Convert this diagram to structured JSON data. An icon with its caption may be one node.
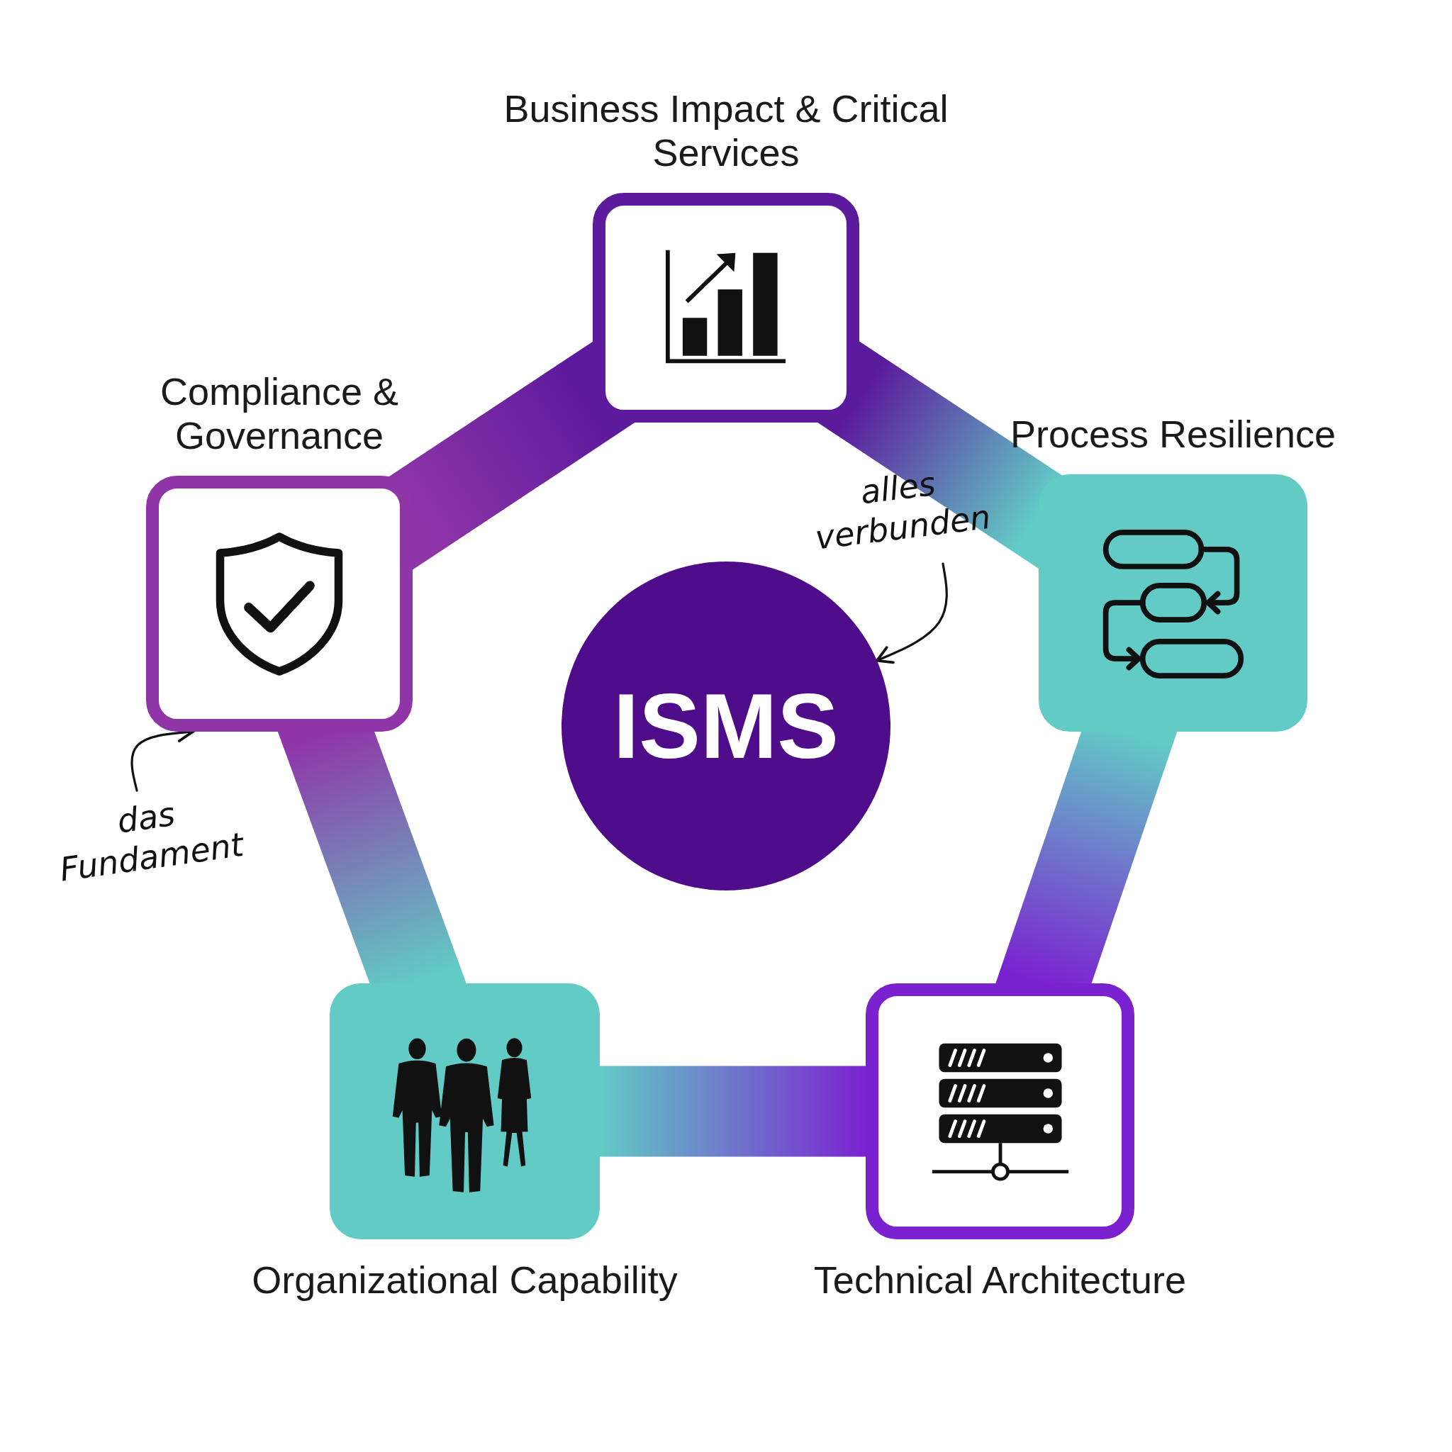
{
  "diagram": {
    "nodes": [
      {
        "text": [
          "Business Impact & Critical Services"
        ]
      },
      {
        "text": [
          "Compliance & Governance"
        ]
      },
      {
        "text": [
          "Process Resilience"
        ]
      },
      {
        "text": [
          "alles verbunden"
        ]
      },
      {
        "text": [
          "ISMS"
        ]
      },
      {
        "text": [
          "das Fundament"
        ]
      },
      {
        "text": [
          "Organizational Capability"
        ]
      },
      {
        "text": [
          "Technical Architecture"
        ]
      }
    ],
    "edges": [
      {
        "from": 0,
        "to": 2,
        "arrow": "none",
        "style": "thick"
      },
      {
        "from": 2,
        "to": 7,
        "arrow": "none",
        "style": "thick"
      },
      {
        "from": 7,
        "to": 6,
        "arrow": "none",
        "style": "thick"
      },
      {
        "from": 6,
        "to": 1,
        "arrow": "none",
        "style": "thick"
      },
      {
        "from": 1,
        "to": 0,
        "arrow": "none",
        "style": "thick"
      },
      {
        "from": 3,
        "to": 4,
        "arrow": "to"
      },
      {
        "from": 5,
        "to": 1,
        "arrow": "to"
      }
    ]
  }
}
